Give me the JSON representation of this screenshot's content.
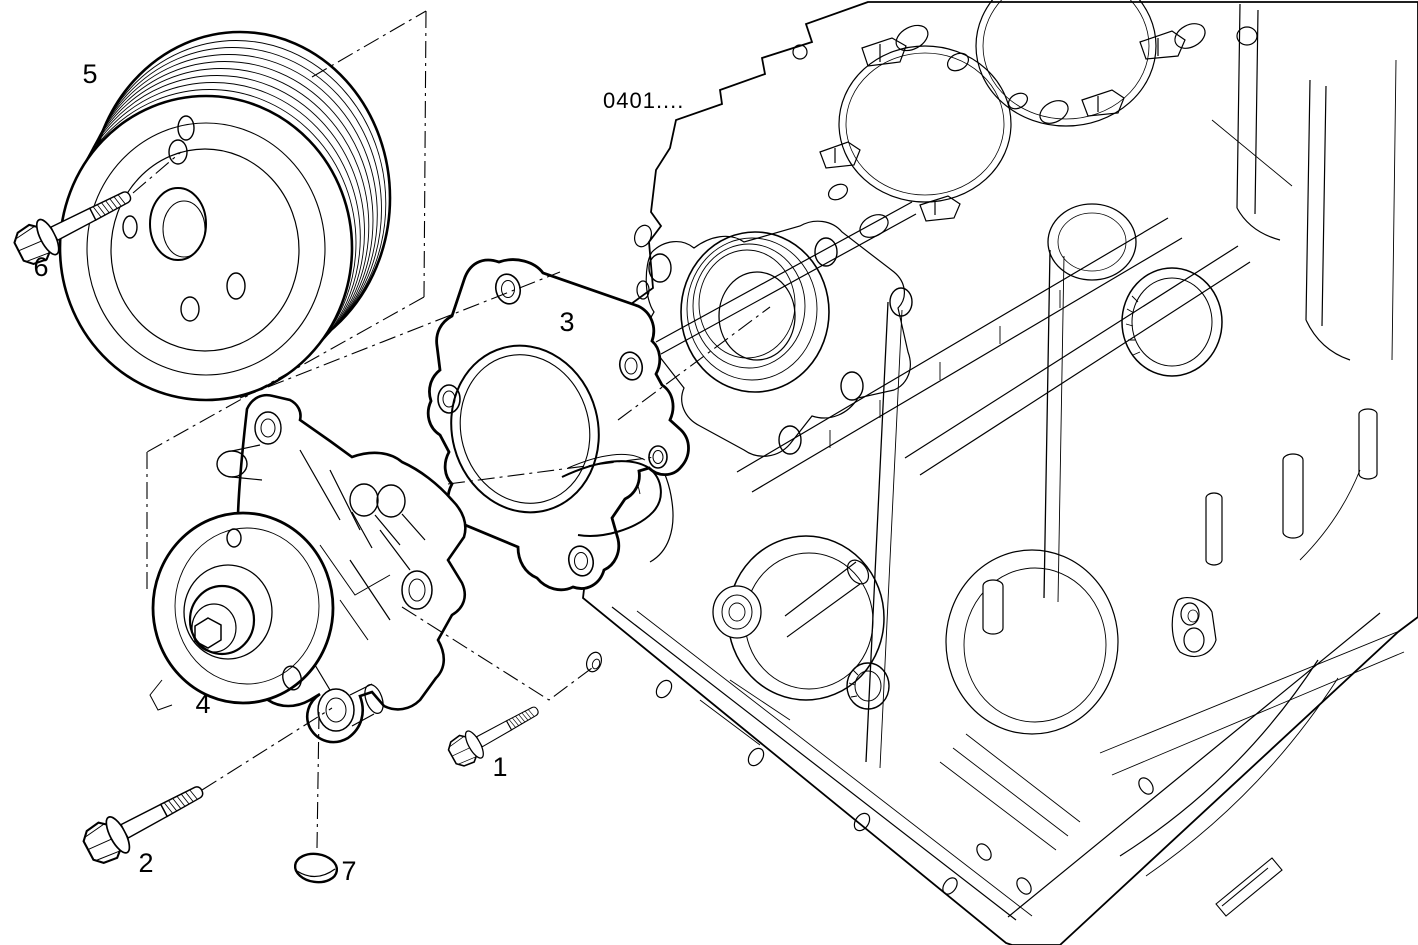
{
  "diagram": {
    "reference_code": "0401....",
    "background_color": "#ffffff",
    "line_color": "#000000",
    "callouts": [
      {
        "label": "1"
      },
      {
        "label": "2"
      },
      {
        "label": "3"
      },
      {
        "label": "4"
      },
      {
        "label": "5"
      },
      {
        "label": "6"
      },
      {
        "label": "7"
      }
    ]
  }
}
